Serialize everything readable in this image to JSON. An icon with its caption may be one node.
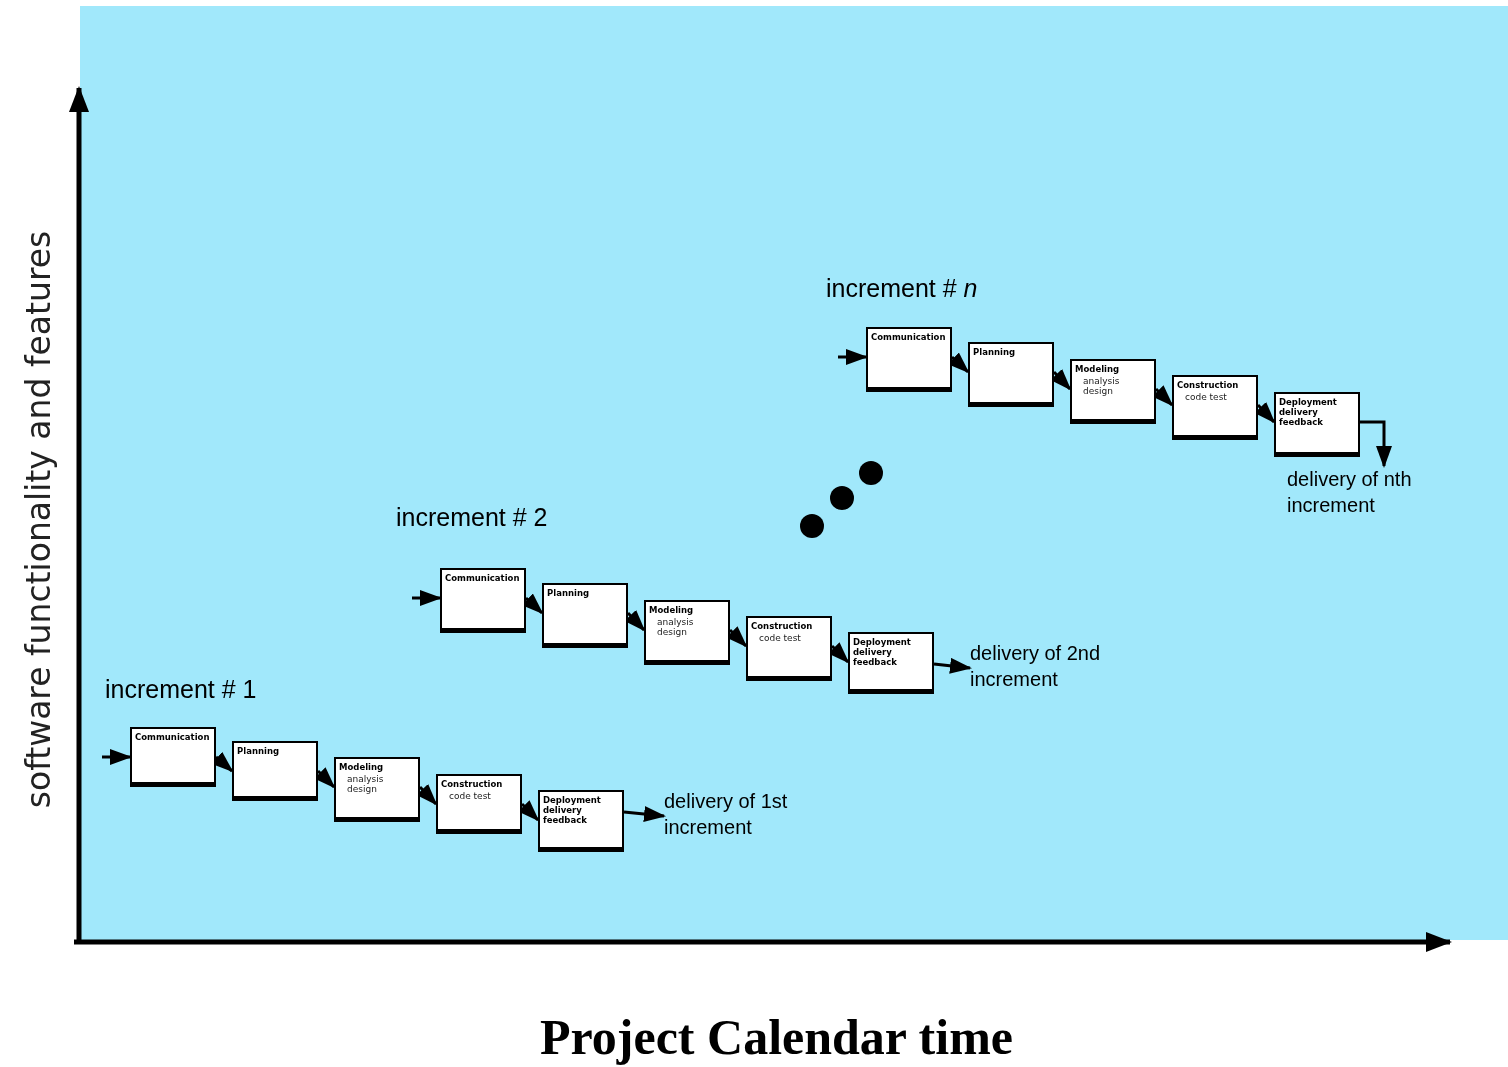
{
  "diagram": {
    "nodes": [
      {
        "text": [
          "Communication"
        ]
      },
      {
        "text": [
          "Planning"
        ]
      },
      {
        "text": [
          "Modeling",
          "analysis design"
        ]
      },
      {
        "text": [
          "Construction",
          "code test"
        ]
      },
      {
        "text": [
          "Deployment delivery feedback"
        ]
      },
      {
        "text": [
          "delivery of 1st increment"
        ]
      },
      {
        "text": [
          "Communication"
        ]
      },
      {
        "text": [
          "Planning"
        ]
      },
      {
        "text": [
          "Modeling",
          "analysis design"
        ]
      },
      {
        "text": [
          "Construction",
          "code test"
        ]
      },
      {
        "text": [
          "Deployment delivery feedback"
        ]
      },
      {
        "text": [
          "delivery of 2nd increment"
        ]
      },
      {
        "text": [
          "Communication"
        ]
      },
      {
        "text": [
          "Planning"
        ]
      },
      {
        "text": [
          "Modeling",
          "analysis design"
        ]
      },
      {
        "text": [
          "Construction",
          "code test"
        ]
      },
      {
        "text": [
          "Deployment delivery feedback"
        ]
      },
      {
        "text": [
          "delivery of nth increment"
        ]
      }
    ],
    "edges": [
      {
        "from": null,
        "to": 0,
        "arrow": "to"
      },
      {
        "from": 0,
        "to": 1,
        "arrow": "to"
      },
      {
        "from": 1,
        "to": 2,
        "arrow": "to"
      },
      {
        "from": 2,
        "to": 3,
        "arrow": "to"
      },
      {
        "from": 3,
        "to": 4,
        "arrow": "to"
      },
      {
        "from": 4,
        "to": 5,
        "arrow": "to"
      },
      {
        "from": null,
        "to": 6,
        "arrow": "to"
      },
      {
        "from": 6,
        "to": 7,
        "arrow": "to"
      },
      {
        "from": 7,
        "to": 8,
        "arrow": "to"
      },
      {
        "from": 8,
        "to": 9,
        "arrow": "to"
      },
      {
        "from": 9,
        "to": 10,
        "arrow": "to"
      },
      {
        "from": 10,
        "to": 11,
        "arrow": "to"
      },
      {
        "from": null,
        "to": 12,
        "arrow": "to"
      },
      {
        "from": 12,
        "to": 13,
        "arrow": "to"
      },
      {
        "from": 13,
        "to": 14,
        "arrow": "to"
      },
      {
        "from": 14,
        "to": 15,
        "arrow": "to"
      },
      {
        "from": 15,
        "to": 16,
        "arrow": "to"
      },
      {
        "from": 16,
        "to": 17,
        "arrow": "to"
      }
    ],
    "labels": [
      "software functionality and features",
      "increment # *n*",
      "increment # 2",
      "increment # 1",
      "Project Calendar time"
    ]
  }
}
